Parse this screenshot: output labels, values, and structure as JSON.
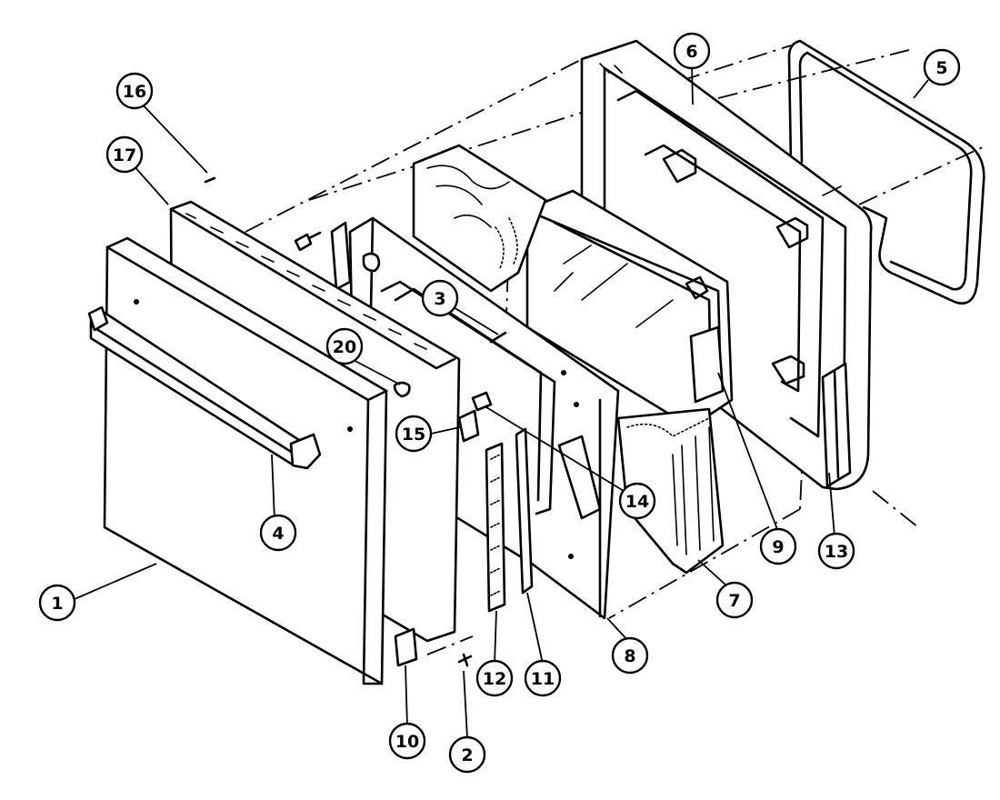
{
  "callouts": [
    {
      "id": "c1",
      "label": "1"
    },
    {
      "id": "c2",
      "label": "2"
    },
    {
      "id": "c3",
      "label": "3"
    },
    {
      "id": "c4",
      "label": "4"
    },
    {
      "id": "c5",
      "label": "5"
    },
    {
      "id": "c6",
      "label": "6"
    },
    {
      "id": "c7",
      "label": "7"
    },
    {
      "id": "c8",
      "label": "8"
    },
    {
      "id": "c9",
      "label": "9"
    },
    {
      "id": "c10",
      "label": "10"
    },
    {
      "id": "c11",
      "label": "11"
    },
    {
      "id": "c12",
      "label": "12"
    },
    {
      "id": "c13",
      "label": "13"
    },
    {
      "id": "c14",
      "label": "14"
    },
    {
      "id": "c15",
      "label": "15"
    },
    {
      "id": "c16",
      "label": "16"
    },
    {
      "id": "c17",
      "label": "17"
    },
    {
      "id": "c20",
      "label": "20"
    }
  ]
}
